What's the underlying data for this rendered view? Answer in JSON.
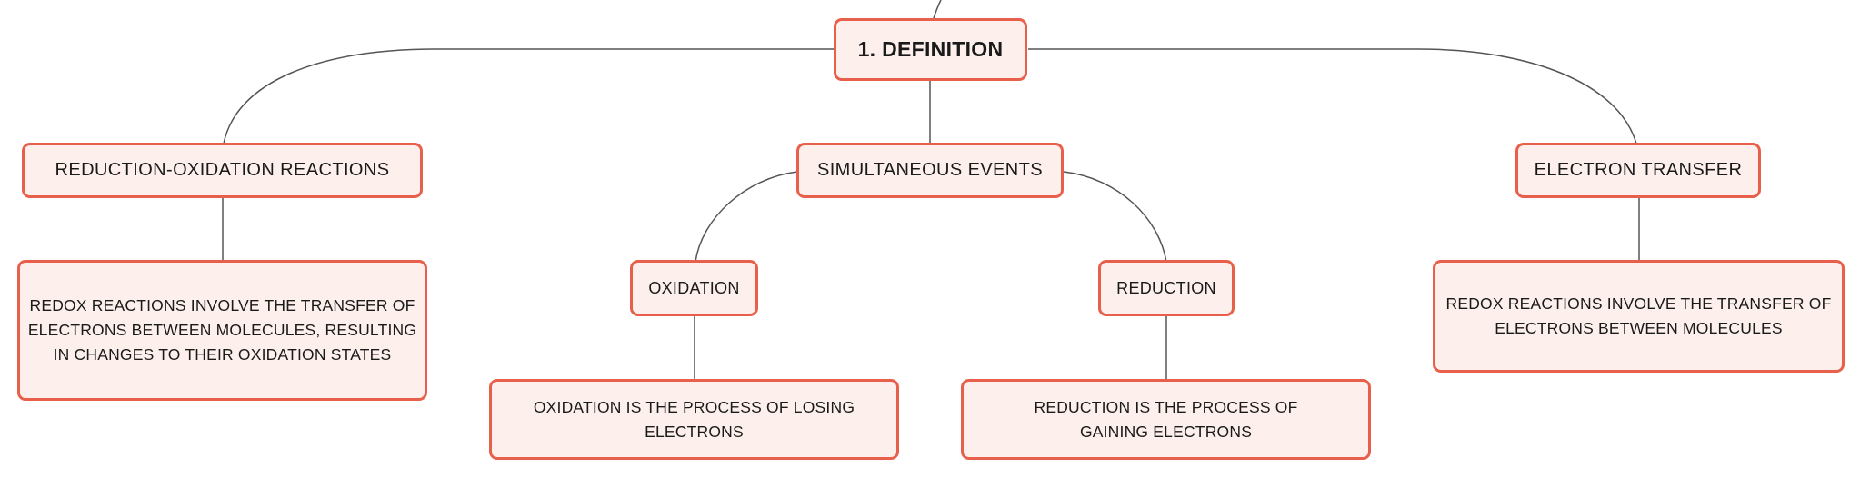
{
  "diagram": {
    "root": {
      "label": "1. DEFINITION"
    },
    "branches": [
      {
        "label": "REDUCTION-OXIDATION REACTIONS",
        "detail": "REDOX REACTIONS INVOLVE THE TRANSFER OF ELECTRONS BETWEEN MOLECULES, RESULTING IN CHANGES TO THEIR OXIDATION STATES"
      },
      {
        "label": "SIMULTANEOUS EVENTS",
        "children": [
          {
            "label": "OXIDATION",
            "detail": "OXIDATION IS THE PROCESS OF LOSING ELECTRONS"
          },
          {
            "label": "REDUCTION",
            "detail": "REDUCTION IS THE PROCESS OF GAINING ELECTRONS"
          }
        ]
      },
      {
        "label": "ELECTRON TRANSFER",
        "detail": "REDOX REACTIONS INVOLVE THE TRANSFER OF ELECTRONS BETWEEN MOLECULES"
      }
    ]
  },
  "colors": {
    "node_border": "#e8604c",
    "node_fill": "#fdf0ec",
    "connector": "#555555"
  }
}
